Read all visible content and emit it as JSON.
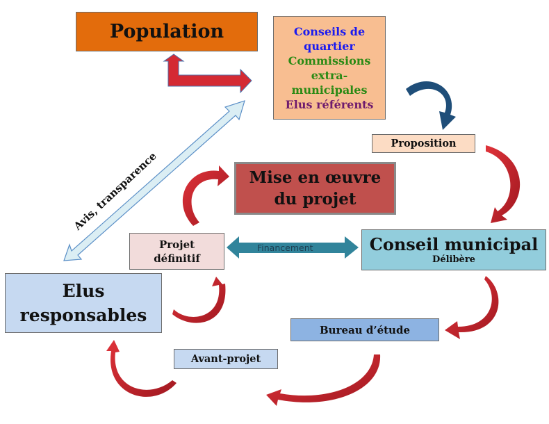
{
  "diagram": {
    "nodes": {
      "population": "Population",
      "conseils": {
        "line1": "Conseils de",
        "line2": "quartier",
        "line3": "Commissions",
        "line4": "extra-",
        "line5": "municipales",
        "line6": "Elus référents"
      },
      "proposition": "Proposition",
      "mise_en_oeuvre": {
        "line1": "Mise en œuvre",
        "line2": "du projet"
      },
      "projet_definitif": {
        "line1": "Projet",
        "line2": "définitif"
      },
      "conseil_municipal": {
        "title": "Conseil municipal",
        "subtitle": "Délibère"
      },
      "elus_responsables": {
        "line1": "Elus",
        "line2": "responsables"
      },
      "bureau_etude": "Bureau d’étude",
      "avant_projet": "Avant-projet"
    },
    "edge_labels": {
      "financement": "Financement",
      "avis": "Avis, transparence"
    },
    "colors": {
      "population": "#e36c0c",
      "conseils": "#f8be91",
      "proposition": "#fcdcc4",
      "mise": "#c0504d",
      "projet_def": "#f2dcdb",
      "conseil_mun": "#92cddc",
      "elus": "#c6d9f1",
      "bureau": "#8db3e2",
      "red_arrow": "#c8232c",
      "blue_curve": "#1f4e79",
      "teal_arrow": "#31849b",
      "light_arrow": "#dbeef4"
    }
  }
}
